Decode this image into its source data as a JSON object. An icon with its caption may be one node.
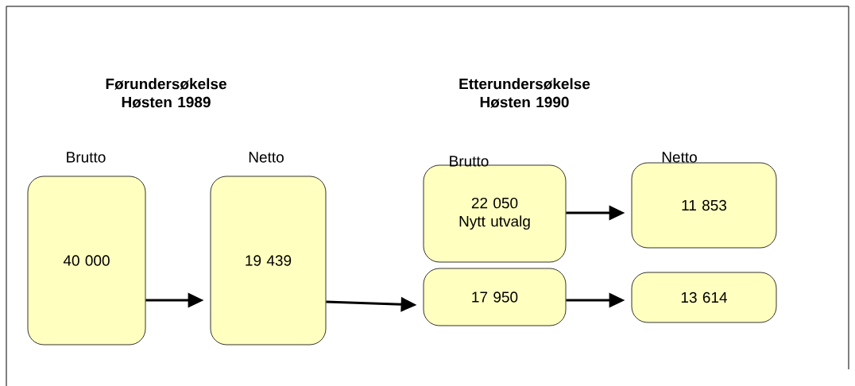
{
  "diagram": {
    "nodes": [
      {
        "text": [
          "40 000"
        ]
      },
      {
        "text": [
          "19 439"
        ]
      },
      {
        "text": [
          "22 050 Nytt utvalg"
        ]
      },
      {
        "text": [
          "11 853"
        ]
      },
      {
        "text": [
          "17 950"
        ]
      },
      {
        "text": [
          "13 614"
        ]
      }
    ],
    "edges": [
      {
        "from": 0,
        "to": 1,
        "arrow": "to"
      },
      {
        "from": 1,
        "to": 4,
        "arrow": "to"
      },
      {
        "from": 2,
        "to": 3,
        "arrow": "to"
      },
      {
        "from": 4,
        "to": 5,
        "arrow": "to"
      }
    ],
    "labels": [
      "Førundersøkelse Høsten 1989",
      "Etterundersøkelse Høsten 1990",
      "Brutto",
      "Netto",
      "Brutto",
      "Netto"
    ]
  }
}
